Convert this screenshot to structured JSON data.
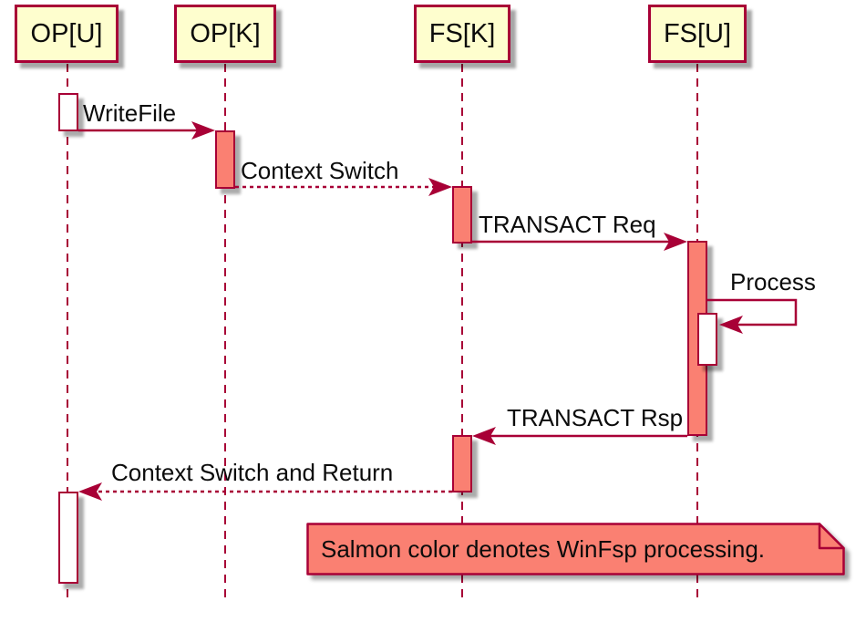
{
  "diagram": {
    "type": "sequence-diagram",
    "participants": [
      {
        "label": "OP[U]"
      },
      {
        "label": "OP[K]"
      },
      {
        "label": "FS[K]"
      },
      {
        "label": "FS[U]"
      }
    ],
    "messages": [
      {
        "label": "WriteFile",
        "from": "OP[U]",
        "to": "OP[K]",
        "line": "solid"
      },
      {
        "label": "Context Switch",
        "from": "OP[K]",
        "to": "FS[K]",
        "line": "dashed"
      },
      {
        "label": "TRANSACT Req",
        "from": "FS[K]",
        "to": "FS[U]",
        "line": "solid"
      },
      {
        "label": "Process",
        "from": "FS[U]",
        "to": "FS[U]",
        "line": "solid-self"
      },
      {
        "label": "TRANSACT Rsp",
        "from": "FS[U]",
        "to": "FS[K]",
        "line": "solid"
      },
      {
        "label": "Context Switch and Return",
        "from": "FS[K]",
        "to": "OP[U]",
        "line": "dashed"
      }
    ],
    "note": {
      "text": "Salmon color denotes WinFsp processing."
    },
    "colors": {
      "participant_fill": "#FEFECE",
      "line_and_border": "#A80036",
      "processing_salmon": "#FA8072",
      "idle_activation": "#FFFFFF",
      "text": "#0B0B0B"
    }
  }
}
